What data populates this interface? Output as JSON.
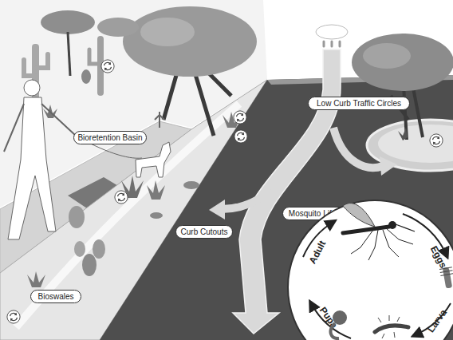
{
  "diagram": {
    "nodes": [
      {
        "text": [
          "Low Curb Traffic Circles"
        ]
      },
      {
        "text": [
          "Bioretention Basin"
        ]
      },
      {
        "text": [
          "Mosquito Lifecycle"
        ]
      },
      {
        "text": [
          "Curb Cutouts"
        ]
      },
      {
        "text": [
          "Adult",
          "Eggs",
          "Larva",
          "Pupa"
        ]
      },
      {
        "text": [
          "Bioswales"
        ]
      }
    ]
  }
}
